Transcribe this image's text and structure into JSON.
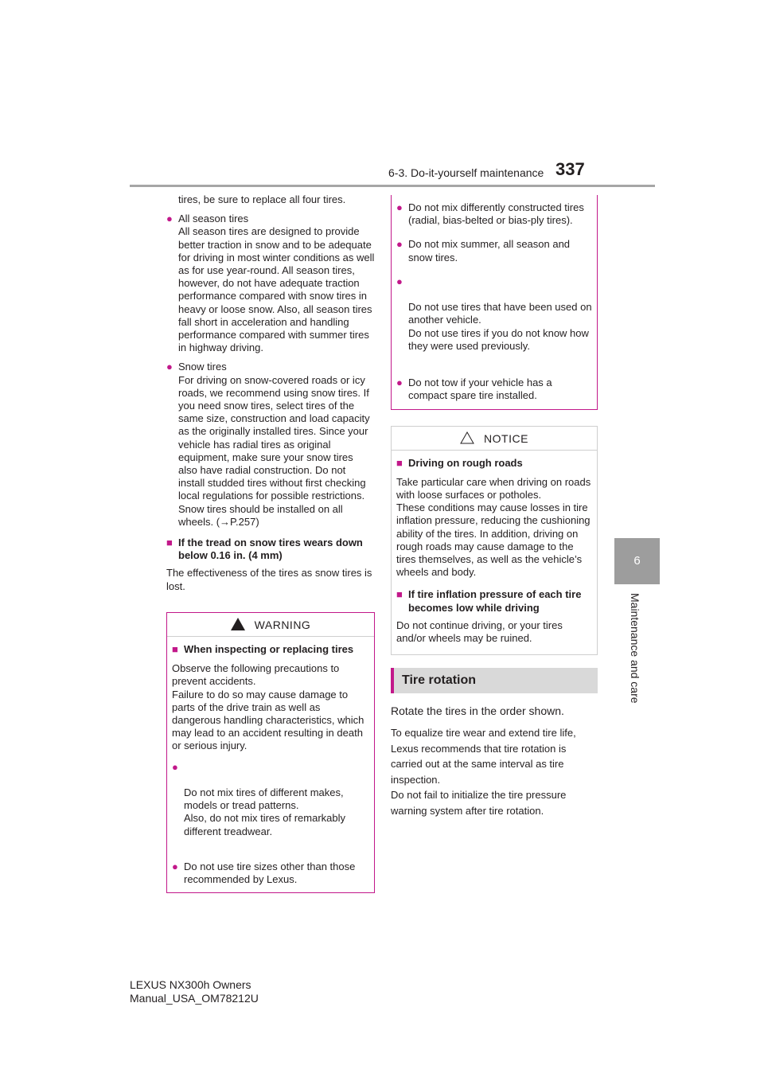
{
  "header": {
    "section": "6-3. Do-it-yourself maintenance",
    "page": "337"
  },
  "side": {
    "chapter": "6",
    "label": "Maintenance and care"
  },
  "left": {
    "intro": "tires, be sure to replace all four tires.",
    "bullets": [
      {
        "title": "All season tires",
        "text": "All season tires are designed to provide better traction in snow and to be adequate for driving in most winter conditions as well as for use year-round. All season tires, however, do not have adequate traction performance compared with snow tires in heavy or loose snow. Also, all season tires fall short in acceleration and handling performance compared with summer tires in highway driving."
      },
      {
        "title": "Snow tires",
        "text": "For driving on snow-covered roads or icy roads, we recommend using snow tires. If you need snow tires, select tires of the same size, construction and load capacity as the originally installed tires. Since your vehicle has radial tires as original equipment, make sure your snow tires also have radial construction. Do not install studded tires without first checking local regulations for possible restrictions. Snow tires should be installed on all wheels. (→P.257)"
      }
    ],
    "subheading": "If the tread on snow tires wears down below 0.16 in. (4 mm)",
    "subtext": "The effectiveness of the tires as snow tires is lost."
  },
  "warning": {
    "title": "WARNING",
    "subheading": "When inspecting or replacing tires",
    "text": "Observe the following precautions to prevent accidents.\nFailure to do so may cause damage to parts of the drive train as well as dangerous handling characteristics, which may lead to an accident resulting in death or serious injury.",
    "bullets": [
      "Do not mix tires of different makes, models or tread patterns.\nAlso, do not mix tires of remarkably different treadwear.",
      "Do not use tire sizes other than those recommended by Lexus."
    ]
  },
  "warning_cont": {
    "bullets": [
      "Do not mix differently constructed tires (radial, bias-belted or bias-ply tires).",
      "Do not mix summer, all season and snow tires.",
      "Do not use tires that have been used on another vehicle.\nDo not use tires if you do not know how they were used previously.",
      "Do not tow if your vehicle has a compact spare tire installed."
    ]
  },
  "notice": {
    "title": "NOTICE",
    "items": [
      {
        "heading": "Driving on rough roads",
        "text": "Take particular care when driving on roads with loose surfaces or potholes.\nThese conditions may cause losses in tire inflation pressure, reducing the cushioning ability of the tires. In addition, driving on rough roads may cause damage to the tires themselves, as well as the vehicle’s wheels and body."
      },
      {
        "heading": "If tire inflation pressure of each tire becomes low while driving",
        "text": "Do not continue driving, or your tires and/or wheels may be ruined."
      }
    ]
  },
  "rotation": {
    "title": "Tire rotation",
    "lead": "Rotate the tires in the order shown.",
    "text": "To equalize tire wear and extend tire life, Lexus recommends that tire rotation is carried out at the same interval as tire inspection.\nDo not fail to initialize the tire pressure warning system after tire rotation."
  },
  "footer": {
    "text": "LEXUS NX300h Owners Manual_USA_OM78212U"
  }
}
